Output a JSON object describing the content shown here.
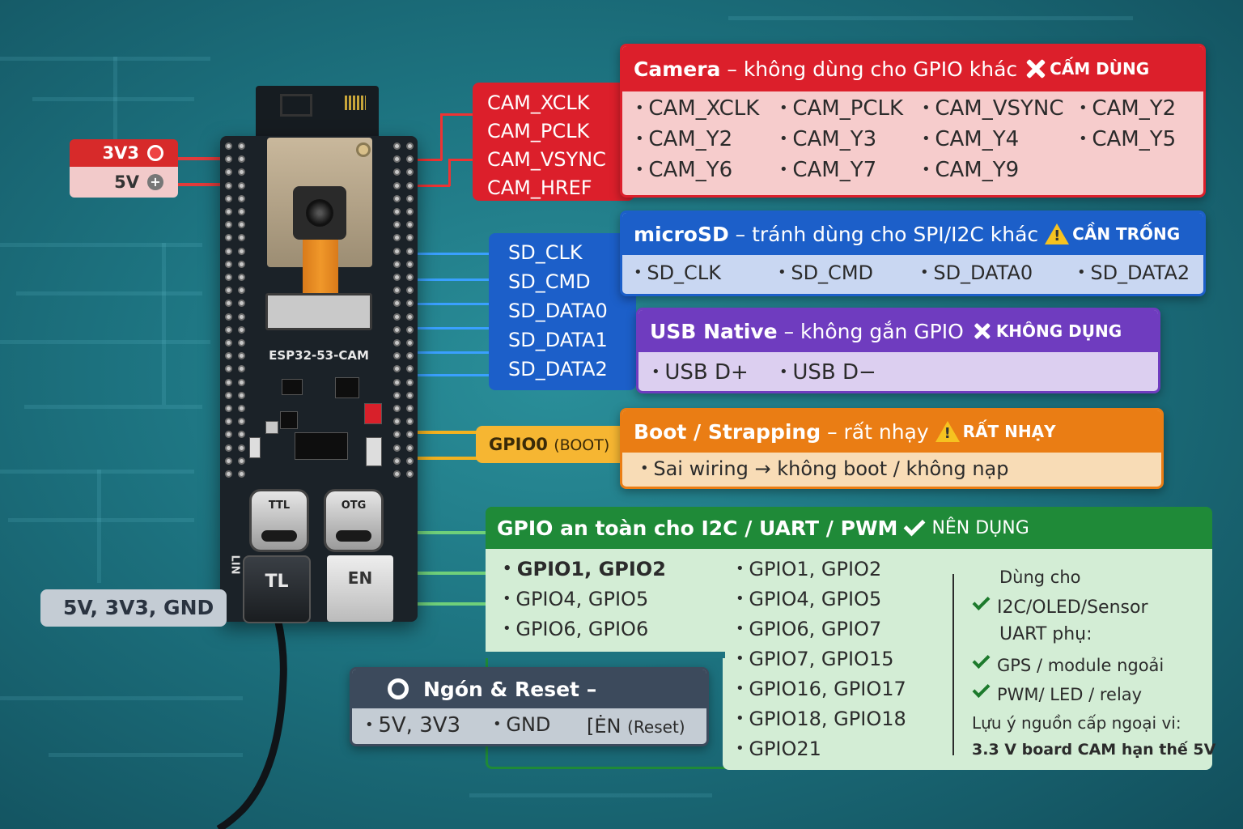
{
  "board": {
    "name": "ESP32-53-CAM",
    "usb_ttl": "TTL",
    "usb_otg": "OTG",
    "plug_label": "TL",
    "en_label": "EN",
    "side_label": "LIN"
  },
  "power": {
    "v33": "3V3",
    "v5": "5V"
  },
  "power_tag": "5V, 3V3, GND",
  "cam_tags": [
    "CAM_XCLK",
    "CAM_PCLK",
    "CAM_VSYNC",
    "CAM_HREF"
  ],
  "sd_tags": [
    "SD_CLK",
    "SD_CMD",
    "SD_DATA0",
    "SD_DATA1",
    "SD_DATA2"
  ],
  "boot_tag": {
    "main": "GPIO0",
    "sub": "(BOOT)"
  },
  "camera": {
    "title": "Camera",
    "subtitle": "– không dùng cho GPIO khác",
    "badge": "CẤM DÙNG",
    "items": [
      "CAM_XCLK",
      "CAM_PCLK",
      "CAM_VSYNC",
      "CAM_Y2",
      "CAM_Y2",
      "CAM_Y3",
      "CAM_Y4",
      "CAM_Y5",
      "CAM_Y6",
      "CAM_Y7",
      "CAM_Y9"
    ],
    "colors": {
      "head": "#dc1f2b",
      "body": "#f6cccc"
    }
  },
  "microsd": {
    "title": "microSD",
    "subtitle": "– tránh dùng cho SPI/I2C khác",
    "badge": "CẦN TRỐNG",
    "items": [
      "SD_CLK",
      "SD_CMD",
      "SD_DATA0",
      "SD_DATA2"
    ],
    "colors": {
      "head": "#1c5fc9",
      "body": "#c9d7f2"
    }
  },
  "usb": {
    "title": "USB Native",
    "subtitle": "– không gắn GPIO",
    "badge": "KHÔNG DỤNG",
    "items": [
      "USB D+",
      "USB D−"
    ],
    "colors": {
      "head": "#6f3cbf",
      "body": "#dccff0"
    }
  },
  "boot": {
    "title": "Boot / Strapping",
    "subtitle": "– rất nhạy",
    "badge": "RẤT NHẠY",
    "item": "Sai wiring → không boot / không nạp",
    "colors": {
      "head": "#ea7d14",
      "body": "#f8dcb6"
    }
  },
  "safe": {
    "title": "GPIO an toàn cho I2C / UART / PWM",
    "badge": "NÊN DỤNG",
    "col1": [
      "GPIO1, GPIO2",
      "GPIO4, GPIO5",
      "GPIO6, GPIO6"
    ],
    "col2": [
      "GPIO1, GPIO2",
      "GPIO4, GPIO5",
      "GPIO6, GPIO7",
      "GPIO7, GPIO15",
      "GPIO16, GPIO17",
      "GPIO18, GPIO18",
      "GPIO21"
    ],
    "use_title": "Dùng cho",
    "use1": "I2C/OLED/Sensor",
    "uart_title": "UART phụ:",
    "use2": "GPS / module ngoải",
    "use3": "PWM/ LED / relay",
    "note1": "Lựu ý nguồn cấp ngoại vi:",
    "note2": "3.3 V board CAM hạn thế 5V",
    "colors": {
      "head": "#1f8a38",
      "body": "#d3edd5"
    }
  },
  "reset": {
    "title": "Ngón & Reset –",
    "item1": "5V, 3V3",
    "item2": "GND",
    "item3_main": "[ĖN",
    "item3_sub": "(Reset)"
  }
}
